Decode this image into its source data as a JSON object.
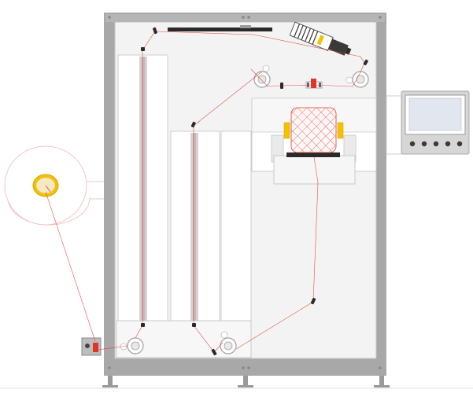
{
  "machine": {
    "frame_color": "#a8a8a8",
    "frame_dark": "#8c8c8c",
    "panel_color": "#f3f3f3",
    "panel_edge": "#c8c8c8",
    "thread_color": "#e0352b",
    "bobbin_color": "#f2c200",
    "screen_color": "#e2e6ee",
    "button_count": 5
  },
  "icons": {
    "controller": "touch-panel-controller",
    "feed_spool": "yarn-spool",
    "takeup_package": "cross-wound-package",
    "tensioner": "thread-tensioner",
    "feed_unit": "thread-feed-unit"
  }
}
